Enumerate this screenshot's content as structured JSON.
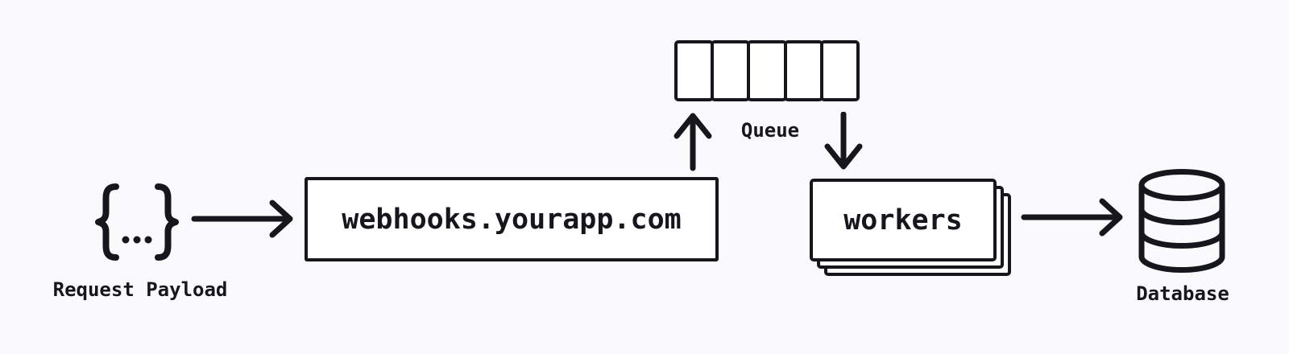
{
  "palette": {
    "background": "#fafafd",
    "ink": "#16161d",
    "node_fill": "#ffffff"
  },
  "nodes": {
    "payload": {
      "icon": "json-braces-icon",
      "glyph": "{...}",
      "label": "Request Payload"
    },
    "webhooks": {
      "label": "webhooks.yourapp.com"
    },
    "queue": {
      "label": "Queue",
      "cells": 5
    },
    "workers": {
      "label": "workers",
      "stacked_layers": 3
    },
    "database": {
      "icon": "database-cylinder-icon",
      "label": "Database"
    }
  },
  "edges": [
    {
      "from": "payload",
      "to": "webhooks",
      "direction": "right"
    },
    {
      "from": "webhooks",
      "to": "queue",
      "direction": "up"
    },
    {
      "from": "queue",
      "to": "workers",
      "direction": "down"
    },
    {
      "from": "workers",
      "to": "database",
      "direction": "right"
    }
  ]
}
